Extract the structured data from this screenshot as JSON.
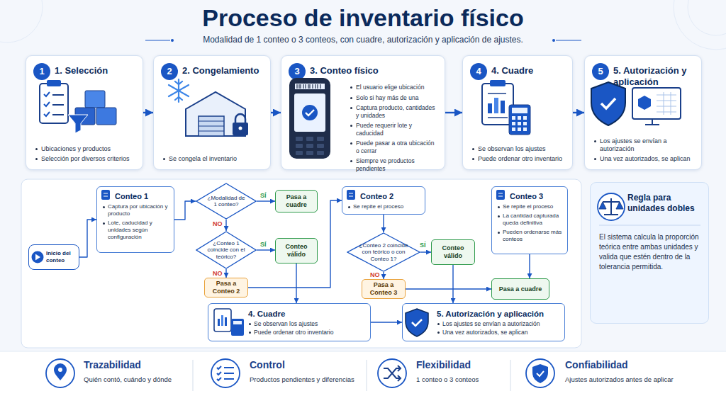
{
  "diagram": {
    "title": "Proceso de inventario físico",
    "caption": "Modalidad de 1 conteo o 3 conteos, con cuadre, autorización y aplicación de ajustes.",
    "nodes": [
      {
        "text": [
          "1. Selección",
          "Ubicaciones y productos",
          "Selección por diversos criterios"
        ]
      },
      {
        "text": [
          "1"
        ],
        "in": 0
      },
      {
        "text": [
          "2. Congelamiento",
          "Se congela el inventario"
        ]
      },
      {
        "text": [
          "2"
        ],
        "in": 2
      },
      {
        "text": [
          "3. Conteo físico",
          "El usuario elige ubicación",
          "Solo si hay más de una",
          "Captura producto, cantidades y unidades",
          "Puede requerir lote y caducidad",
          "Puede pasar a otra ubicación o cerrar",
          "Siempre ve productos pendientes"
        ]
      },
      {
        "text": [
          "3"
        ],
        "in": 4
      },
      {
        "text": [
          "4. Cuadre",
          "Se observan los ajustes",
          "Puede ordenar otro inventario"
        ]
      },
      {
        "text": [
          "4"
        ],
        "in": 6
      },
      {
        "text": [
          "5. Autorización y aplicación",
          "Los ajustes se envían a autorización",
          "Una vez autorizados, se aplican"
        ]
      },
      {
        "text": [
          "5"
        ],
        "in": 8
      },
      {
        "text": [
          "Inicio del conteo"
        ]
      },
      {
        "text": [
          "Conteo 1",
          "Captura por ubicación y producto",
          "Lote, caducidad y unidades según configuración"
        ]
      },
      {
        "text": [
          "¿Modalidad de 1 conteo?"
        ]
      },
      {
        "text": [
          "Pasa a cuadre"
        ]
      },
      {
        "text": [
          "¿Conteo 1 coincide con el teórico?"
        ]
      },
      {
        "text": [
          "Conteo válido"
        ]
      },
      {
        "text": [
          "Pasa a Conteo 2"
        ]
      },
      {
        "text": [
          "Conteo 2",
          "Se repite el proceso"
        ]
      },
      {
        "text": [
          "¿Conteo 2 coincide con teórico o con Conteo 1?"
        ]
      },
      {
        "text": [
          "Conteo válido"
        ]
      },
      {
        "text": [
          "Pasa a Conteo 3"
        ]
      },
      {
        "text": [
          "Conteo 3",
          "Se repite el proceso",
          "La cantidad capturada queda definitiva",
          "Pueden ordenarse más conteos"
        ]
      },
      {
        "text": [
          "Pasa a cuadre"
        ]
      },
      {
        "text": [
          "4. Cuadre",
          "Se observan los ajustes",
          "Puede ordenar otro inventario"
        ]
      },
      {
        "text": [
          "5. Autorización y aplicación",
          "Los ajustes se envían a autorización",
          "Una vez autorizados, se aplican"
        ]
      },
      {
        "text": [
          "Regla para unidades dobles",
          "El sistema calcula la proporción teórica entre ambas unidades y valida que estén dentro de la tolerancia permitida."
        ]
      }
    ],
    "edges": [
      {
        "from": 0,
        "to": 2,
        "arrow": "to"
      },
      {
        "from": 2,
        "to": 4,
        "arrow": "to"
      },
      {
        "from": 4,
        "to": 6,
        "arrow": "to"
      },
      {
        "from": 6,
        "to": 8,
        "arrow": "to"
      },
      {
        "from": 10,
        "to": 11,
        "arrow": "to"
      },
      {
        "from": 11,
        "to": 12,
        "arrow": "to"
      },
      {
        "from": 12,
        "to": 13,
        "label": "SÍ",
        "arrow": "to"
      },
      {
        "from": 12,
        "to": 14,
        "label": "NO",
        "arrow": "to"
      },
      {
        "from": 14,
        "to": 15,
        "label": "SÍ",
        "arrow": "to"
      },
      {
        "from": 14,
        "to": 16,
        "label": "NO",
        "arrow": "to"
      },
      {
        "from": 16,
        "to": 17,
        "arrow": "to"
      },
      {
        "from": 15,
        "to": 23,
        "arrow": "to"
      },
      {
        "from": 17,
        "to": 18,
        "arrow": "to"
      },
      {
        "from": 18,
        "to": 19,
        "label": "SÍ",
        "arrow": "to"
      },
      {
        "from": 18,
        "to": 20,
        "label": "NO",
        "arrow": "to"
      },
      {
        "from": 19,
        "to": 24,
        "arrow": "to"
      },
      {
        "from": 20,
        "to": 22,
        "arrow": "to"
      },
      {
        "from": 21,
        "to": 22,
        "arrow": "to"
      },
      {
        "from": 23,
        "to": 24,
        "arrow": "to"
      }
    ],
    "labels": [
      "Trazabilidad",
      "Quién contó, cuándo y dónde",
      "Control",
      "Productos pendientes y diferencias",
      "Flexibilidad",
      "1 conteo o 3 conteos",
      "Confiabilidad",
      "Ajustes autorizados antes de aplicar"
    ]
  }
}
